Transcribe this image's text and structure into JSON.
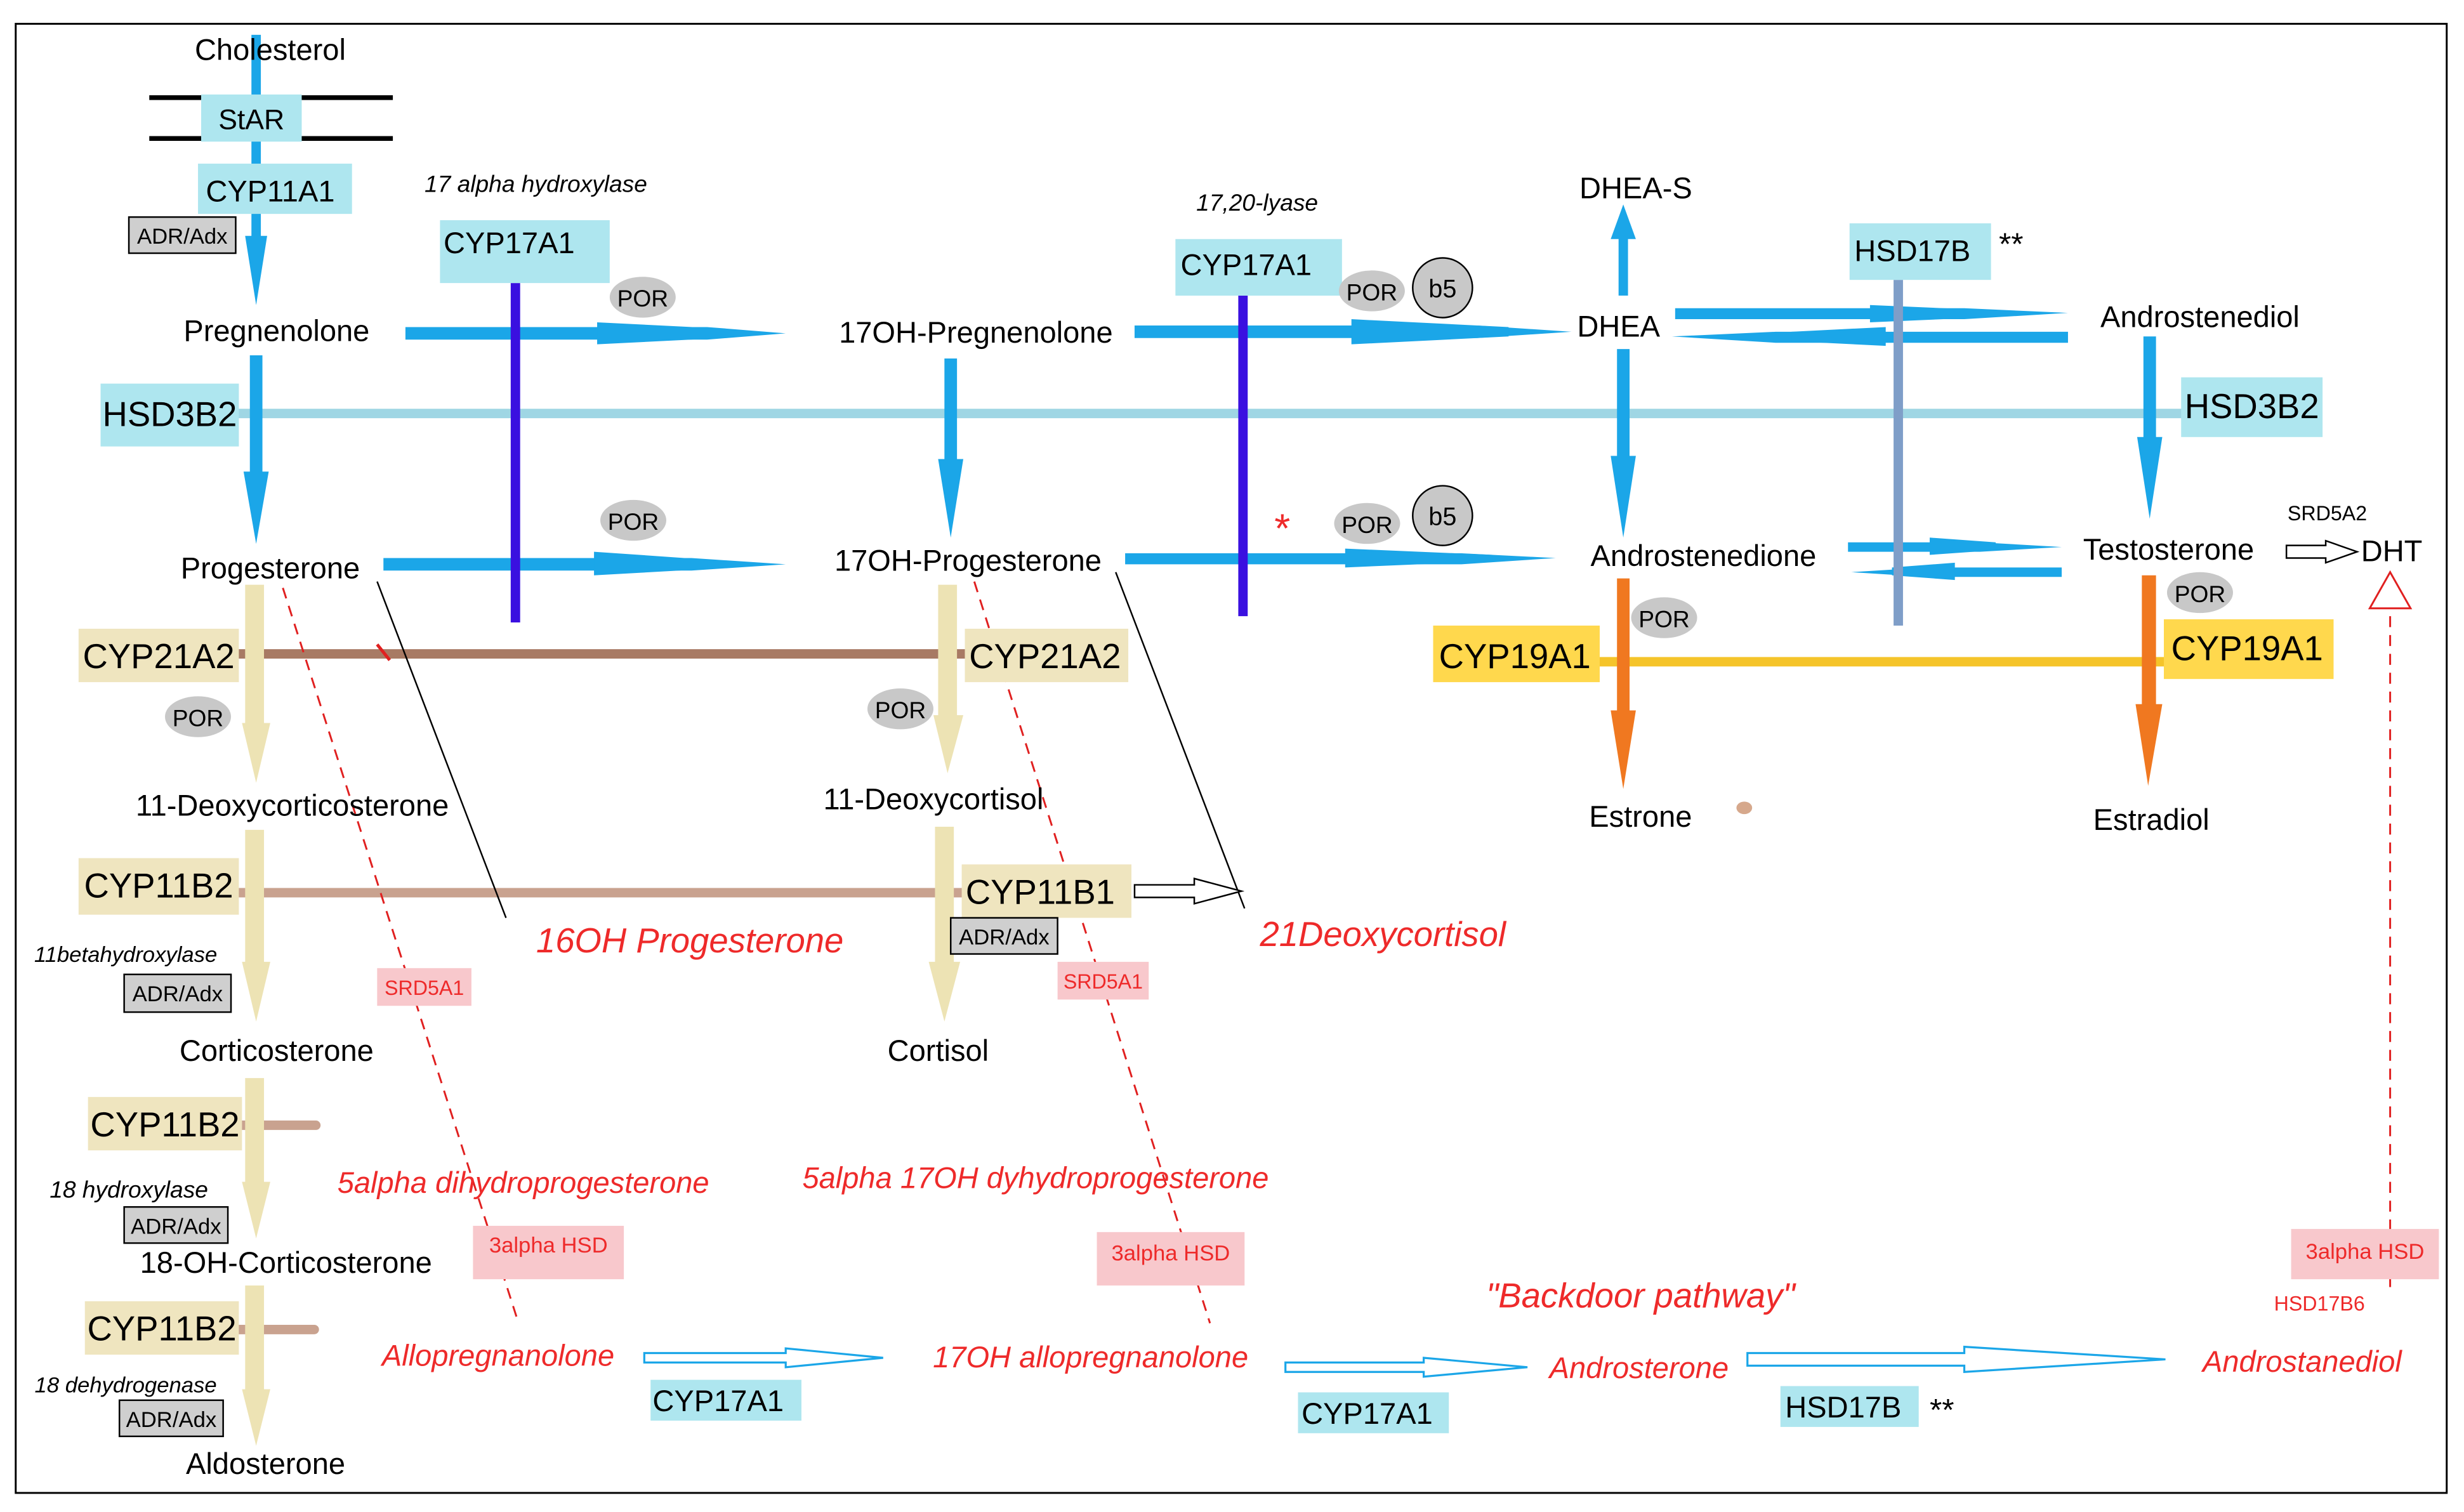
{
  "colors": {
    "blue_arrow": "#1ba6e8",
    "enzyme_blue_bg": "#aee6ef",
    "enzyme_tan_bg": "#efe5bf",
    "enzyme_yellow_bg": "#ffd84d",
    "pink_box_bg": "#f8c8cc",
    "purple_bar": "#3a10e0",
    "steel_bar": "#7f9ec8",
    "hsd3b2_line": "#9fd6e4",
    "cyp21_line": "#a87a64",
    "cyp11b_line": "#c9a28f",
    "cyp19_line": "#f5c42a",
    "orange_arrow": "#f07820",
    "tan_arrow": "#ede3b4",
    "red_text": "#ee2a2a",
    "por_grey": "#c8c8c8"
  },
  "metabolites": {
    "cholesterol": "Cholesterol",
    "pregnenolone": "Pregnenolone",
    "oh17_pregnenolone": "17OH-Pregnenolone",
    "dhea": "DHEA",
    "dhea_s": "DHEA-S",
    "androstenediol": "Androstenediol",
    "progesterone": "Progesterone",
    "oh17_progesterone": "17OH-Progesterone",
    "androstenedione": "Androstenedione",
    "testosterone": "Testosterone",
    "dht": "DHT",
    "estrone": "Estrone",
    "estradiol": "Estradiol",
    "deoxycorticosterone": "11-Deoxycorticosterone",
    "deoxycortisol": "11-Deoxycortisol",
    "corticosterone": "Corticosterone",
    "cortisol": "Cortisol",
    "oh18_corticosterone": "18-OH-Corticosterone",
    "aldosterone": "Aldosterone"
  },
  "enzymes": {
    "star": "StAR",
    "cyp11a1": "CYP11A1",
    "cyp17a1": "CYP17A1",
    "hsd17b": "HSD17B",
    "hsd3b2": "HSD3B2",
    "cyp21a2": "CYP21A2",
    "cyp19a1": "CYP19A1",
    "cyp11b2": "CYP11B2",
    "cyp11b1": "CYP11B1"
  },
  "cofactors": {
    "adr_adx": "ADR/Adx",
    "por": "POR",
    "b5": "b5"
  },
  "annotations": {
    "alpha_hydroxylase": "17 alpha hydroxylase",
    "lyase": "17,20-lyase",
    "double_star": "**",
    "red_star": "*",
    "hydroxylase_11beta": "11betahydroxylase",
    "hydroxylase_18": "18 hydroxylase",
    "dehydrogenase_18": "18 dehydrogenase",
    "srd5a2": "SRD5A2",
    "srd5a1": "SRD5A1",
    "hsd_3alpha": "3alpha HSD",
    "hsd17b6": "HSD17B6"
  },
  "backdoor": {
    "title": "\"Backdoor pathway\"",
    "oh16_progesterone": "16OH Progesterone",
    "deoxycortisol_21": "21Deoxycortisol",
    "dihydroprogesterone_5a": "5alpha dihydroprogesterone",
    "oh17_dyhydroprogesterone_5a": "5alpha 17OH dyhydroprogesterone",
    "allopregnanolone": "Allopregnanolone",
    "oh17_allopregnanolone": "17OH allopregnanolone",
    "androsterone": "Androsterone",
    "androstanediol": "Androstanediol"
  }
}
